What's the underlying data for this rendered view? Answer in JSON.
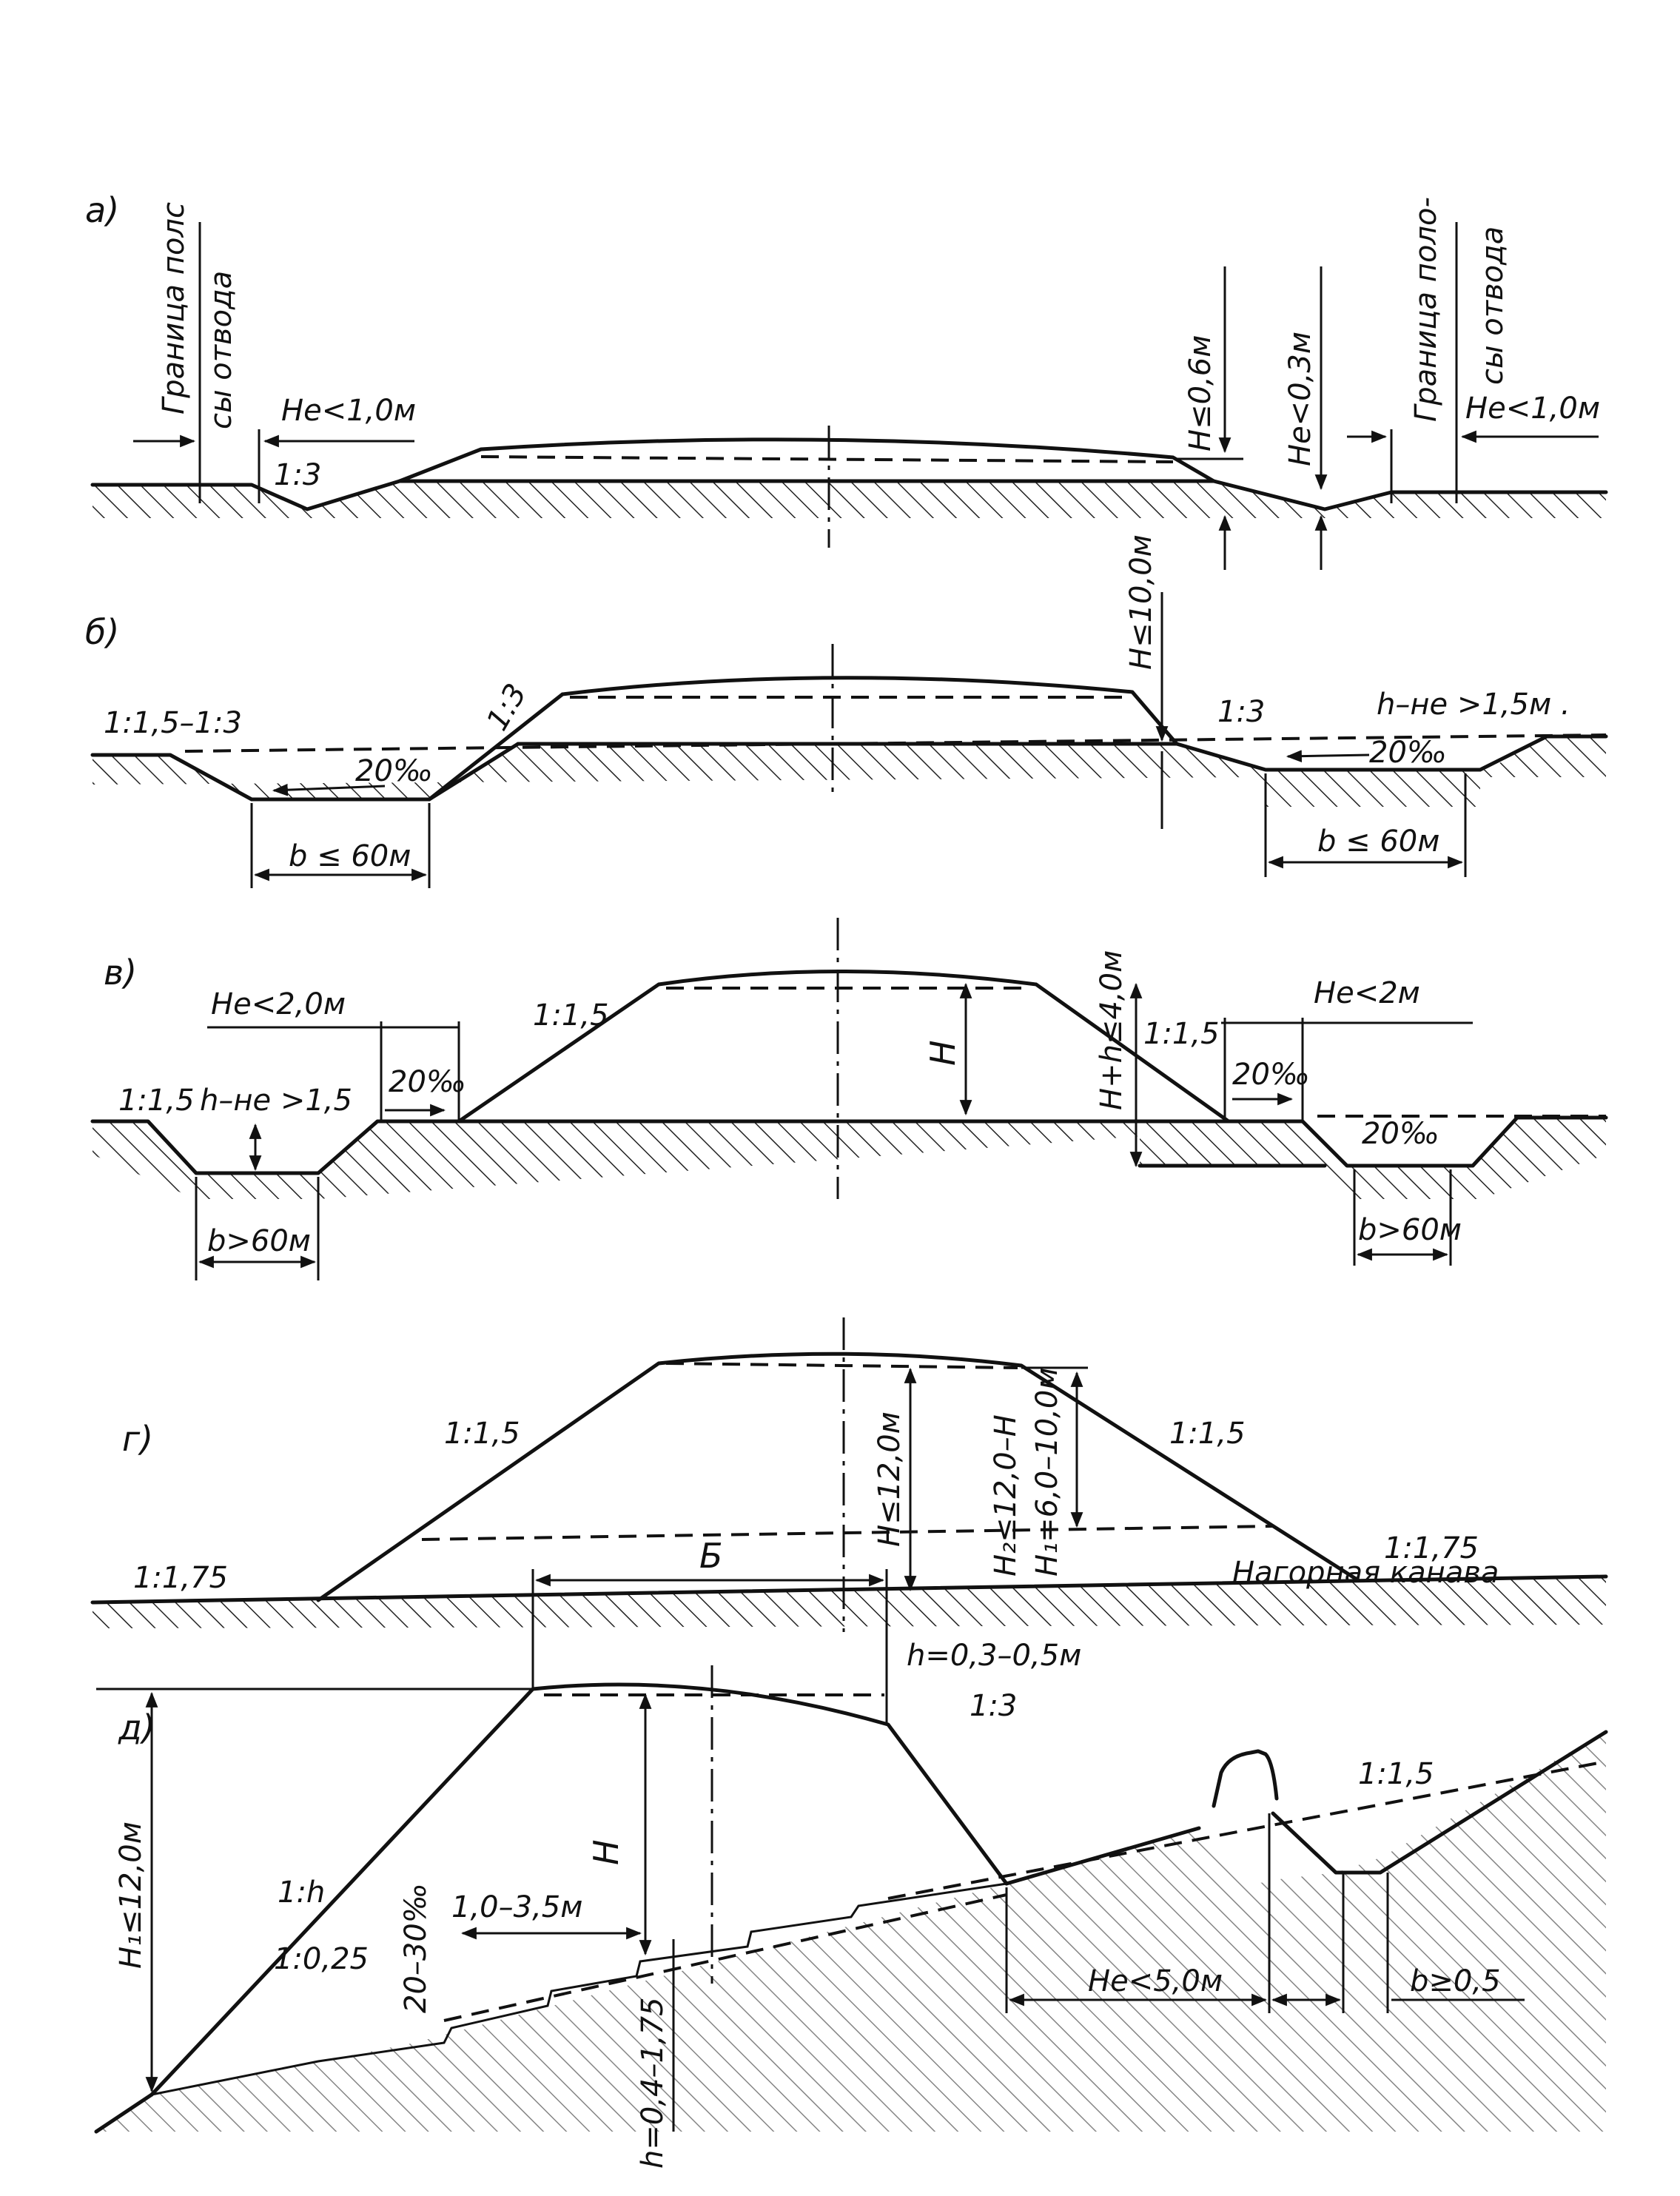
{
  "panels": {
    "a": {
      "letter": "а)",
      "boundary_left": [
        "Граница полс",
        "сы отвода"
      ],
      "boundary_right": [
        "Граница поло-",
        "сы отвода"
      ],
      "he_left": "He<1,0м",
      "slope": "1:3",
      "h_crest": "H≤0,6м",
      "he_ditch": "He<0,3м",
      "he_right": "He<1,0м"
    },
    "b": {
      "letter": "б)",
      "slope_outer": "1:1,5–1:3",
      "slope_left": "1:3",
      "slope_right": "1:3",
      "grade_left": "20‰",
      "grade_right": "20‰",
      "width_left": "b ≤ 60м",
      "width_right": "b ≤ 60м",
      "h_crest": "H≤10,0м",
      "depth": "h–не >1,5м ."
    },
    "v": {
      "letter": "в)",
      "he_left": "He<2,0м",
      "slope_outer": "1:1,5",
      "depth": "h–не >1,5",
      "grade_left": "20‰",
      "slope_left": "1:1,5",
      "h_center": "H",
      "h_total": "H+h≤4,0м",
      "slope_right": "1:1,5",
      "he_right": "He<2м",
      "grade_right_1": "20‰",
      "grade_right_2": "20‰",
      "width_left": "b>60м",
      "width_right": "b>60м"
    },
    "g": {
      "letter": "г)",
      "slope_left_upper": "1:1,5",
      "slope_right_upper": "1:1,5",
      "slope_left_lower": "1:1,75",
      "slope_right_lower": "1:1,75",
      "h_total": "H≤12,0м",
      "h2": "H₂≤12,0–H",
      "h1": "H₁=6,0–10,0м"
    },
    "d": {
      "letter": "д)",
      "width_b": "Б",
      "h_range": "h=0,3–0,5м",
      "slope_top": "1:3",
      "ditch_title": "Нагорная канава",
      "slope_ditch": "1:1,5",
      "h1": "H₁≤12,0м",
      "slope_fill": "1:h",
      "bench": "1,0–3,5м",
      "h_center": "H",
      "bench_grade": "20–30‰",
      "slope_bench": "1:0,25",
      "step_h": "h=0,4–1,75",
      "he_ditch": "He<5,0м",
      "b_ditch": "b≥0,5"
    }
  }
}
